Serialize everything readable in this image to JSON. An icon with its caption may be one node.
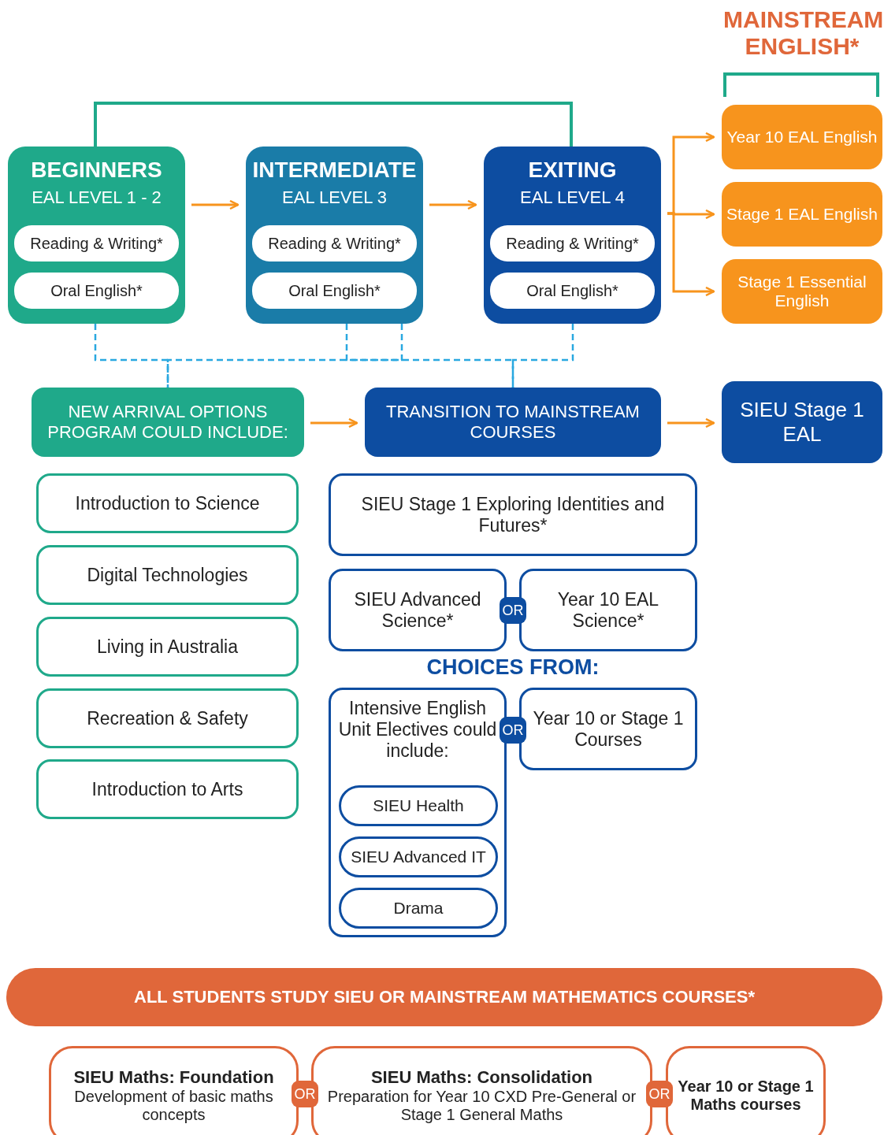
{
  "diagram": {
    "nodes": [
      {
        "text": [
          "BEGINNERS",
          "EAL LEVEL 1 - 2"
        ]
      },
      {
        "text": [
          "Reading & Writing*"
        ],
        "in": 0
      },
      {
        "text": [
          "Oral English*"
        ],
        "in": 0
      },
      {
        "text": [
          "INTERMEDIATE",
          "EAL LEVEL 3"
        ]
      },
      {
        "text": [
          "Reading & Writing*"
        ],
        "in": 3
      },
      {
        "text": [
          "Oral English*"
        ],
        "in": 3
      },
      {
        "text": [
          "EXITING",
          "EAL LEVEL 4"
        ]
      },
      {
        "text": [
          "Reading & Writing*"
        ],
        "in": 6
      },
      {
        "text": [
          "Oral English*"
        ],
        "in": 6
      },
      {
        "text": [
          "Year 10 EAL English"
        ]
      },
      {
        "text": [
          "Stage 1 EAL English"
        ]
      },
      {
        "text": [
          "Stage 1 Essential English"
        ]
      },
      {
        "text": [
          "NEW ARRIVAL OPTIONS PROGRAM COULD INCLUDE:"
        ]
      },
      {
        "text": [
          "TRANSITION TO MAINSTREAM COURSES"
        ]
      },
      {
        "text": [
          "SIEU Stage 1 EAL"
        ]
      },
      {
        "text": [
          "Introduction to Science"
        ]
      },
      {
        "text": [
          "Digital Technologies"
        ]
      },
      {
        "text": [
          "Living in Australia"
        ]
      },
      {
        "text": [
          "Recreation & Safety"
        ]
      },
      {
        "text": [
          "Introduction to Arts"
        ]
      },
      {
        "text": [
          "SIEU Stage 1 Exploring Identities and Futures*"
        ]
      },
      {
        "text": [
          "SIEU Advanced Science*"
        ]
      },
      {
        "text": [
          "OR"
        ]
      },
      {
        "text": [
          "Year 10 EAL Science*"
        ]
      },
      {
        "text": [
          "Intensive English Unit Electives could include:"
        ]
      },
      {
        "text": [
          "SIEU Health"
        ],
        "in": 24
      },
      {
        "text": [
          "SIEU Advanced IT"
        ],
        "in": 24
      },
      {
        "text": [
          "Drama"
        ],
        "in": 24
      },
      {
        "text": [
          "OR"
        ]
      },
      {
        "text": [
          "Year 10 or Stage 1 Courses"
        ]
      },
      {
        "text": [
          "ALL STUDENTS STUDY SIEU OR MAINSTREAM MATHEMATICS COURSES*"
        ]
      },
      {
        "text": [
          "SIEU Maths: Foundation",
          "Development of basic maths concepts"
        ]
      },
      {
        "text": [
          "OR"
        ]
      },
      {
        "text": [
          "SIEU Maths: Consolidation",
          "Preparation for Year 10 CXD Pre-General or Stage 1 General Maths"
        ]
      },
      {
        "text": [
          "OR"
        ]
      },
      {
        "text": [
          "Year 10 or Stage 1 Maths courses"
        ]
      }
    ],
    "edges": [
      {
        "from": 0,
        "to": 3,
        "arrow": "to"
      },
      {
        "from": 3,
        "to": 6,
        "arrow": "to"
      },
      {
        "from": 6,
        "to": 9,
        "arrow": "to"
      },
      {
        "from": 6,
        "to": 10,
        "arrow": "to"
      },
      {
        "from": 6,
        "to": 11,
        "arrow": "to"
      },
      {
        "from": 12,
        "to": 13,
        "arrow": "to"
      },
      {
        "from": 13,
        "to": 14,
        "arrow": "to"
      },
      {
        "from": 0,
        "to": 12,
        "arrow": "none",
        "style": "dashed",
        "color": "#29a8e0"
      },
      {
        "from": 3,
        "to": 12,
        "arrow": "none",
        "style": "dashed",
        "color": "#29a8e0"
      },
      {
        "from": 3,
        "to": 13,
        "arrow": "none",
        "style": "dashed",
        "color": "#29a8e0"
      },
      {
        "from": 6,
        "to": 13,
        "arrow": "none",
        "style": "dashed",
        "color": "#29a8e0"
      },
      {
        "from": 0,
        "to": 6,
        "arrow": "none",
        "color": "#1fa98a"
      }
    ],
    "labels": [
      "MAINSTREAM ENGLISH*",
      "CHOICES FROM:"
    ]
  }
}
